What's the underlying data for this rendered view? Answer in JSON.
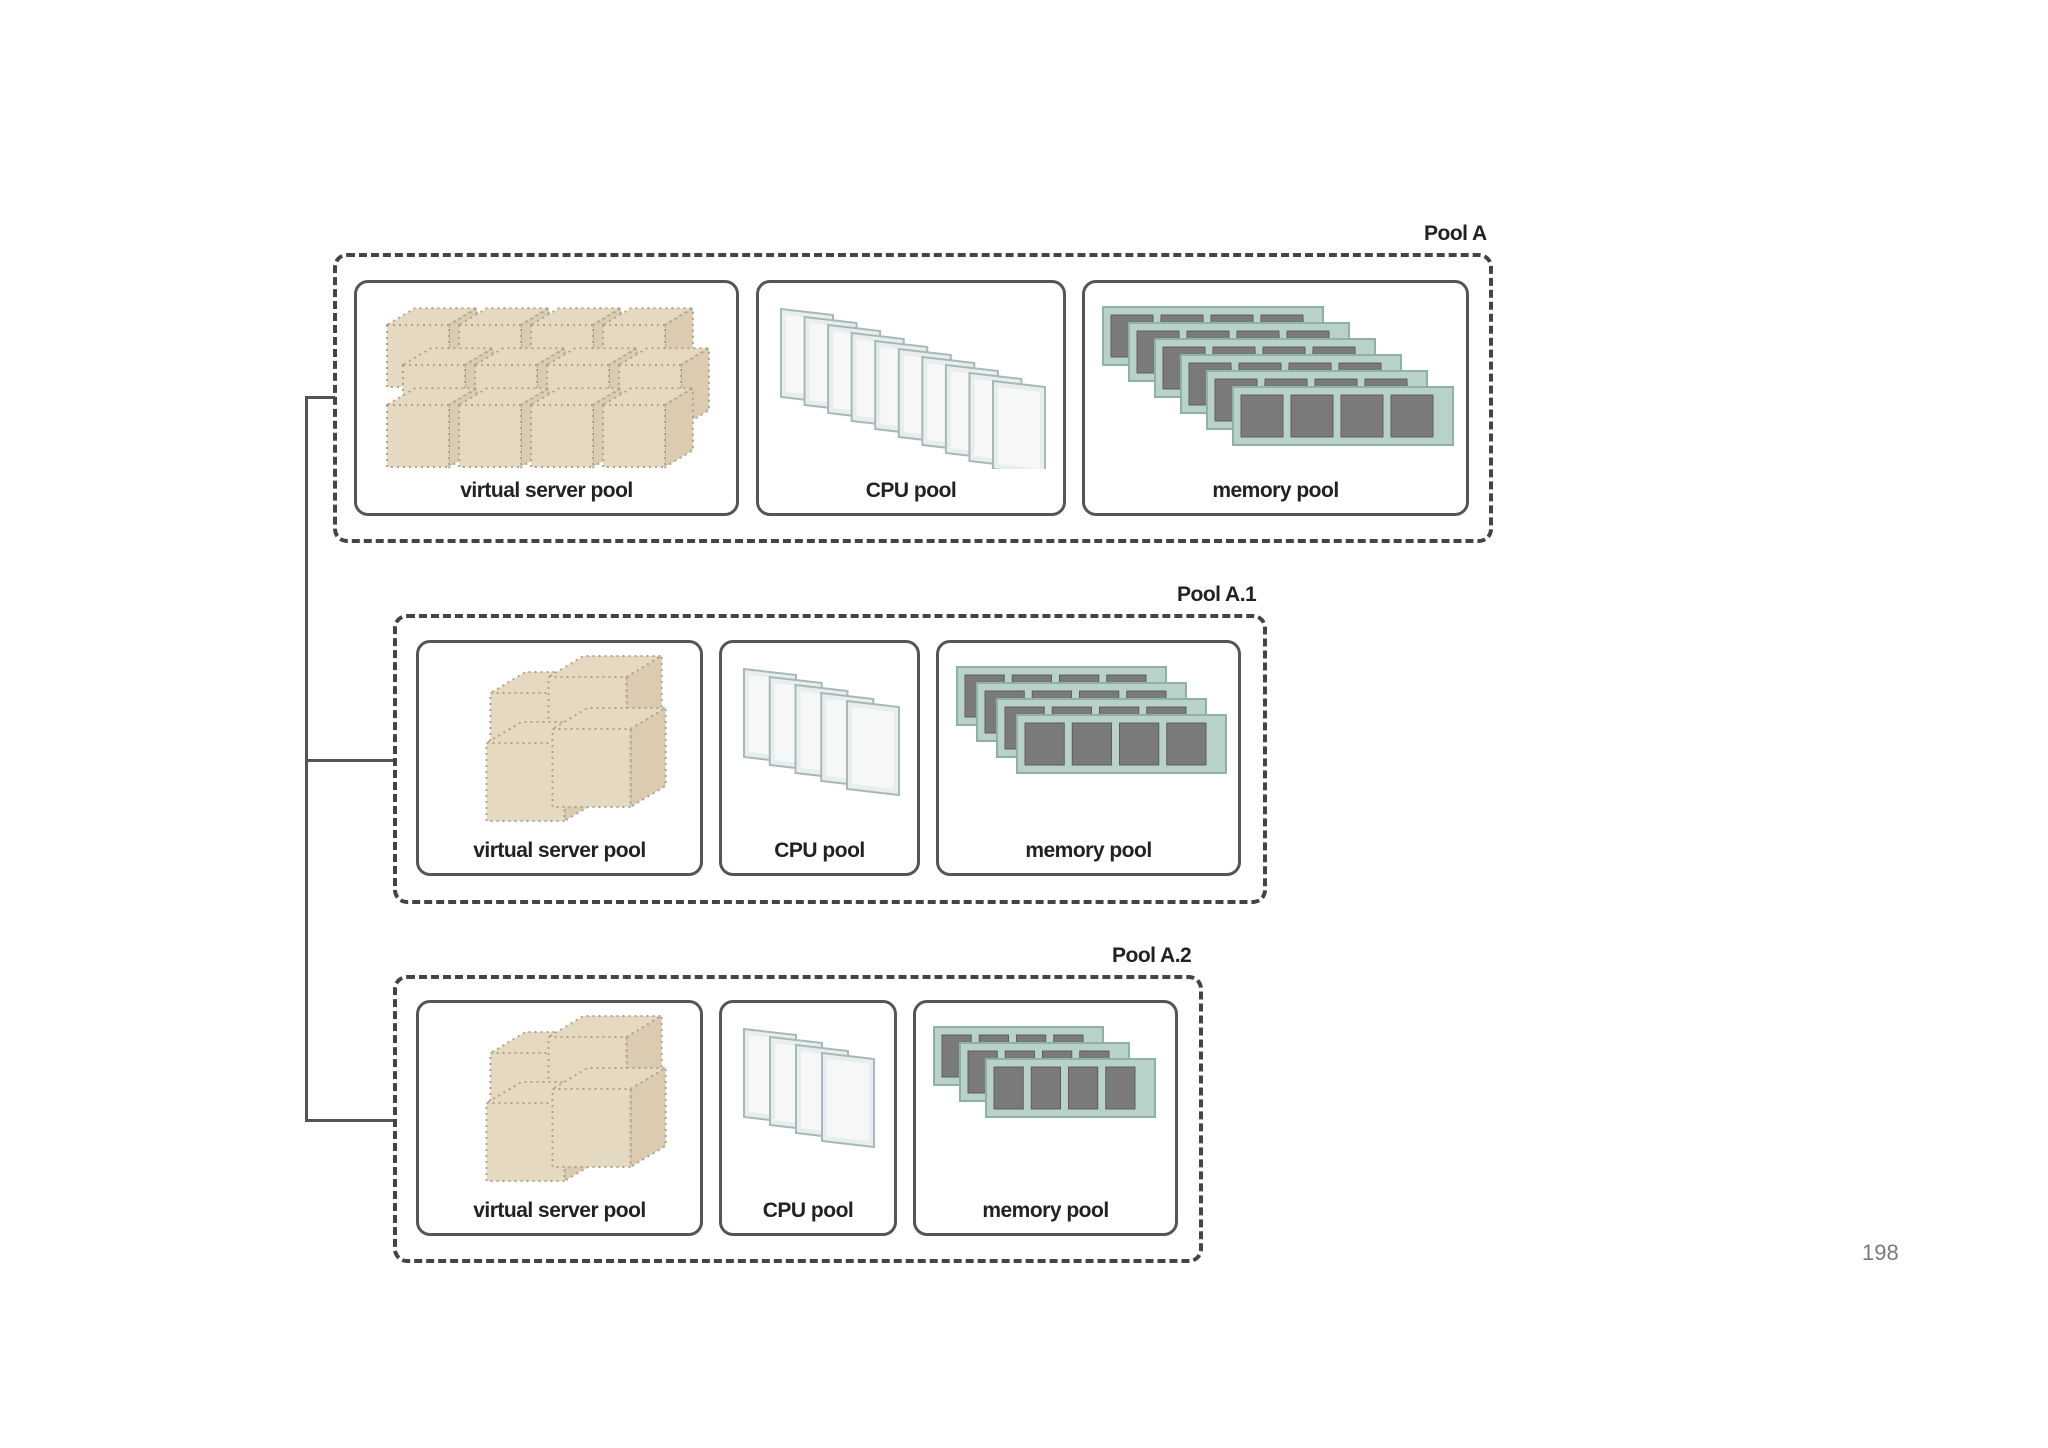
{
  "pools": [
    {
      "id": "pool-a",
      "title": "Pool A",
      "boxes": [
        {
          "type": "server",
          "label": "virtual server pool",
          "count": 12
        },
        {
          "type": "cpu",
          "label": "CPU pool",
          "count": 10
        },
        {
          "type": "memory",
          "label": "memory pool",
          "count": 6
        }
      ]
    },
    {
      "id": "pool-a1",
      "title": "Pool A.1",
      "boxes": [
        {
          "type": "server",
          "label": "virtual server pool",
          "count": 4
        },
        {
          "type": "cpu",
          "label": "CPU pool",
          "count": 5
        },
        {
          "type": "memory",
          "label": "memory pool",
          "count": 4
        }
      ]
    },
    {
      "id": "pool-a2",
      "title": "Pool A.2",
      "boxes": [
        {
          "type": "server",
          "label": "virtual server pool",
          "count": 4
        },
        {
          "type": "cpu",
          "label": "CPU pool",
          "count": 4
        },
        {
          "type": "memory",
          "label": "memory pool",
          "count": 3
        }
      ]
    }
  ],
  "colors": {
    "server_fill": "#e6d9c2",
    "server_dots": "#b0a38c",
    "cpu_fill": "#e8eeee",
    "cpu_edge": "#a8b8b8",
    "memory_board": "#b9d2c8",
    "memory_chip": "#7a7a7a",
    "line": "#555555"
  },
  "page_number": "198"
}
